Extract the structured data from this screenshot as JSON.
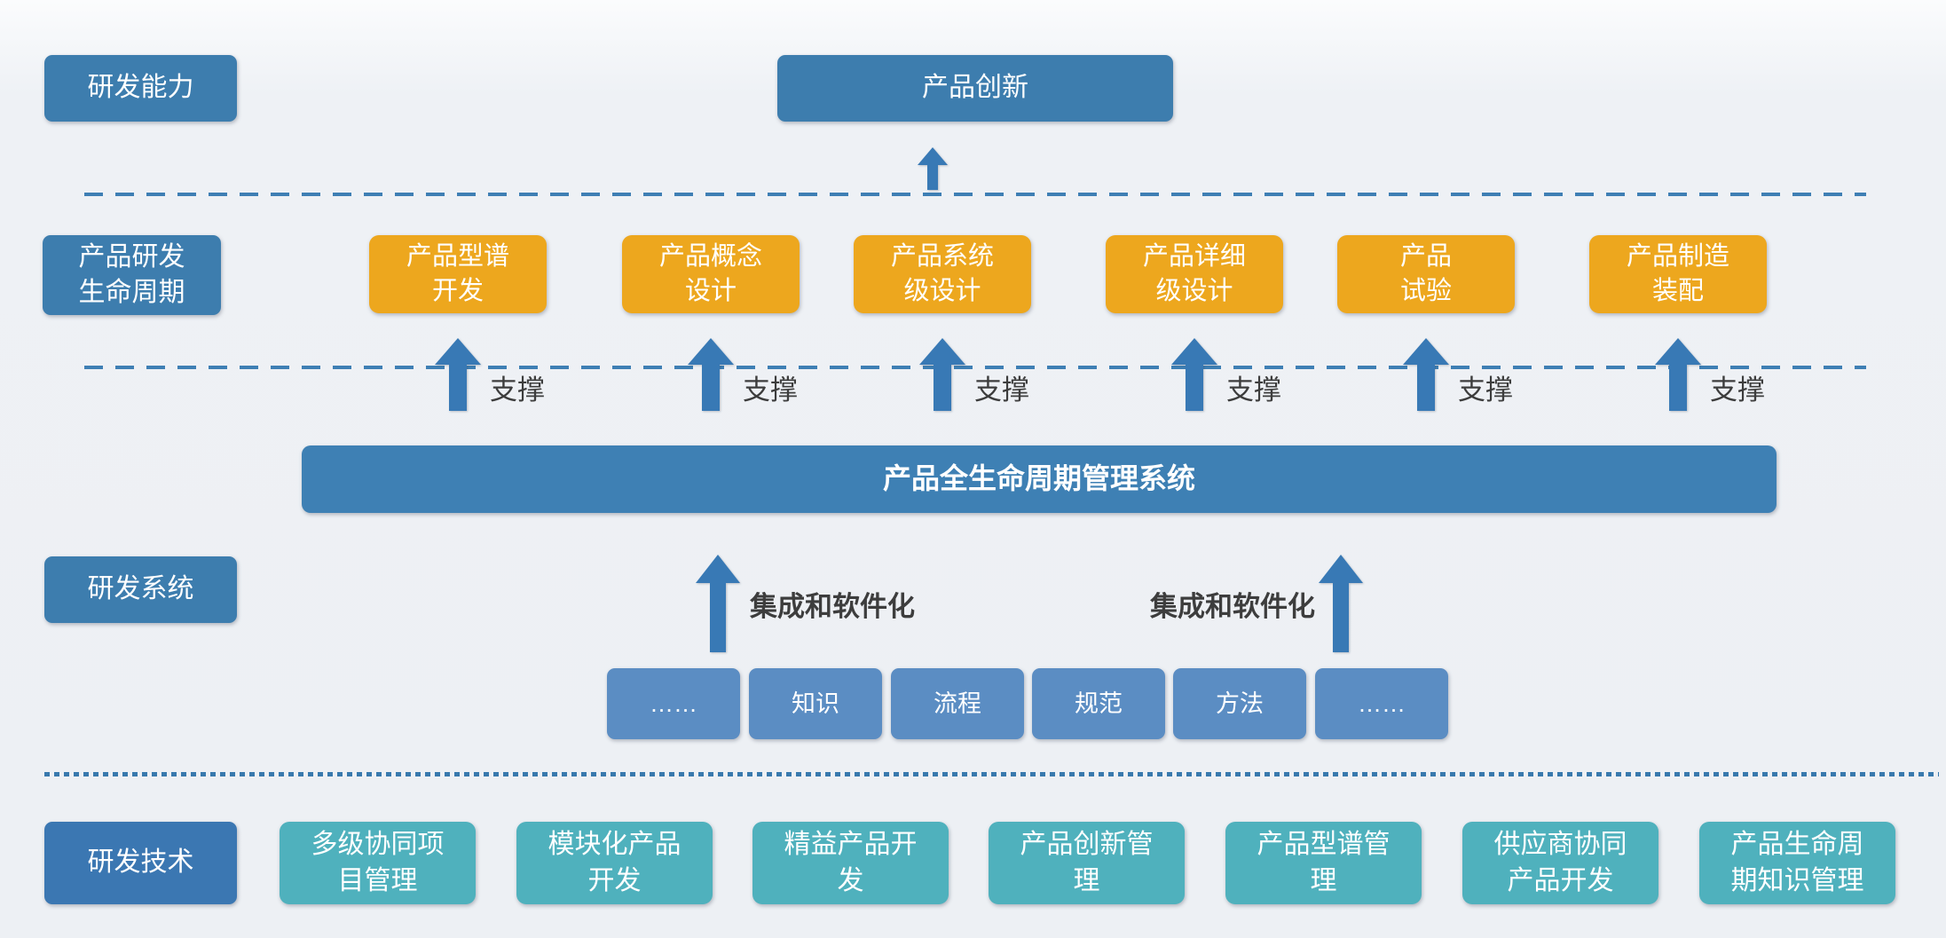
{
  "palette": {
    "header_blue": "#3d7dae",
    "plm_bar_blue": "#3e80b4",
    "technology_blue": "#3b77b2",
    "element_light_blue": "#5b8dc3",
    "technology_teal": "#4fb1bd",
    "stage_orange": "#eda71e",
    "line_blue": "#3e7fb4",
    "annotation_text": "#3d3d3d",
    "background": "#eef1f5"
  },
  "headers": {
    "capability": "研发能力",
    "lifecycle": "产品研发\n生命周期",
    "system": "研发系统",
    "technology": "研发技术"
  },
  "innovation": {
    "label": "产品创新"
  },
  "lifecycle_stages": [
    {
      "label": "产品型谱\n开发"
    },
    {
      "label": "产品概念\n设计"
    },
    {
      "label": "产品系统\n级设计"
    },
    {
      "label": "产品详细\n级设计"
    },
    {
      "label": "产品\n试验"
    },
    {
      "label": "产品制造\n装配"
    }
  ],
  "support_label": "支撑",
  "plm_bar": {
    "label": "产品全生命周期管理系统"
  },
  "integration_label": "集成和软件化",
  "system_elements": [
    "……",
    "知识",
    "流程",
    "规范",
    "方法",
    "……"
  ],
  "technologies": [
    {
      "label": "多级协同项\n目管理"
    },
    {
      "label": "模块化产品\n开发"
    },
    {
      "label": "精益产品开\n发"
    },
    {
      "label": "产品创新管\n理"
    },
    {
      "label": "产品型谱管\n理"
    },
    {
      "label": "供应商协同\n产品开发"
    },
    {
      "label": "产品生命周\n期知识管理"
    }
  ]
}
